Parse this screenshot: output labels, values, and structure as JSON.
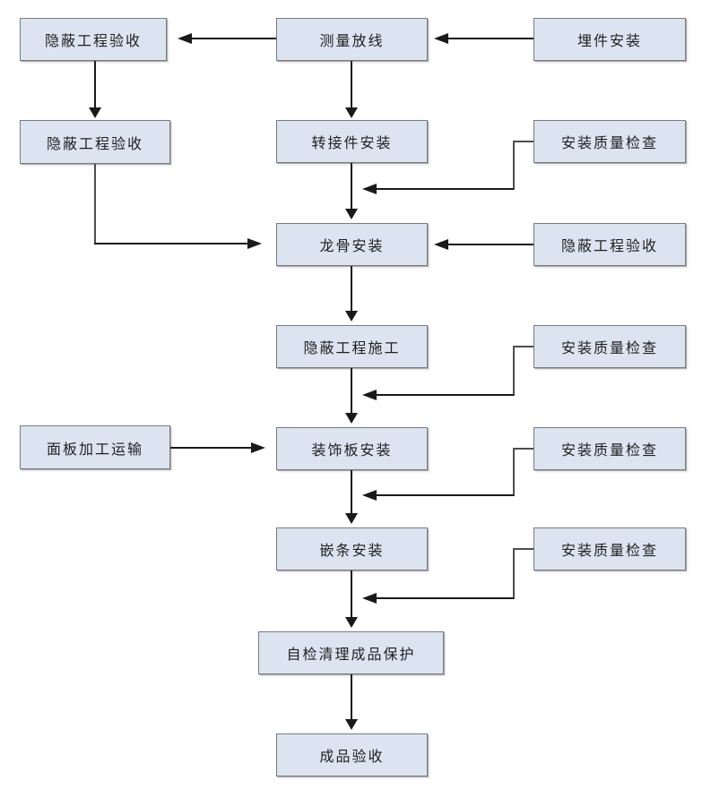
{
  "diagram": {
    "type": "flowchart",
    "background_color": "#ffffff",
    "node_fill_color": "#dce4f1",
    "node_border_color": "#7b7b7b",
    "arrow_color": "#1a1a1a",
    "connector_color": "#4d4d4d",
    "nodes": [
      {
        "id": "hidden-acceptance-1",
        "label": "隐蔽工程验收"
      },
      {
        "id": "survey-layout",
        "label": "测量放线"
      },
      {
        "id": "embed-install",
        "label": "埋件安装"
      },
      {
        "id": "hidden-acceptance-2",
        "label": "隐蔽工程验收"
      },
      {
        "id": "adapter-install",
        "label": "转接件安装"
      },
      {
        "id": "quality-check-1",
        "label": "安装质量检查"
      },
      {
        "id": "keel-install",
        "label": "龙骨安装"
      },
      {
        "id": "hidden-acceptance-3",
        "label": "隐蔽工程验收"
      },
      {
        "id": "hidden-construction",
        "label": "隐蔽工程施工"
      },
      {
        "id": "quality-check-2",
        "label": "安装质量检查"
      },
      {
        "id": "panel-transport",
        "label": "面板加工运输"
      },
      {
        "id": "decor-panel-install",
        "label": "装饰板安装"
      },
      {
        "id": "quality-check-3",
        "label": "安装质量检查"
      },
      {
        "id": "trim-install",
        "label": "嵌条安装"
      },
      {
        "id": "quality-check-4",
        "label": "安装质量检查"
      },
      {
        "id": "self-check-protect",
        "label": "自检清理成品保护"
      },
      {
        "id": "final-acceptance",
        "label": "成品验收"
      }
    ],
    "edges": [
      {
        "from": "embed-install",
        "to": "survey-layout"
      },
      {
        "from": "survey-layout",
        "to": "hidden-acceptance-1"
      },
      {
        "from": "hidden-acceptance-1",
        "to": "hidden-acceptance-2"
      },
      {
        "from": "survey-layout",
        "to": "adapter-install"
      },
      {
        "from": "adapter-install",
        "to": "keel-install"
      },
      {
        "from": "quality-check-1",
        "to": "flow-adapter-to-keel"
      },
      {
        "from": "hidden-acceptance-2",
        "to": "keel-install"
      },
      {
        "from": "hidden-acceptance-3",
        "to": "keel-install"
      },
      {
        "from": "keel-install",
        "to": "hidden-construction"
      },
      {
        "from": "quality-check-2",
        "to": "flow-construction-to-decor"
      },
      {
        "from": "hidden-construction",
        "to": "decor-panel-install"
      },
      {
        "from": "panel-transport",
        "to": "decor-panel-install"
      },
      {
        "from": "decor-panel-install",
        "to": "trim-install"
      },
      {
        "from": "quality-check-3",
        "to": "flow-decor-to-trim"
      },
      {
        "from": "trim-install",
        "to": "self-check-protect"
      },
      {
        "from": "quality-check-4",
        "to": "flow-trim-to-selfcheck"
      },
      {
        "from": "self-check-protect",
        "to": "final-acceptance"
      }
    ]
  }
}
